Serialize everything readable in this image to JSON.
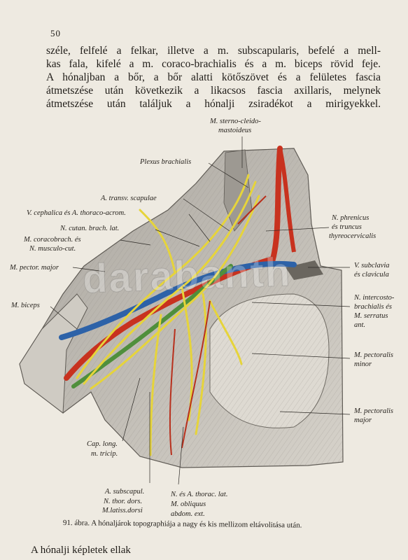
{
  "page_number": "50",
  "body_lines": [
    "széle, felfelé a felkar, illetve a m. subscapularis, befelé a mell-",
    "kas fala, kifelé a m. coraco-brachialis és a m. biceps rövid feje.",
    "A hónaljban a bőr, a bőr alatti kötőszövet és a felületes fascia",
    "átmetszése után következik a likacsos fascia axillaris, melynek",
    "átmetszése után találjuk a hónalji zsiradékot a mirigyekkel."
  ],
  "figure": {
    "labels": {
      "sterno_line1": "M. sterno-cleido-",
      "sterno_line2": "mastoideus",
      "plexus": "Plexus brachialis",
      "transv": "A. transv. scapulae",
      "cephalica": "V. cephalica és A. thoraco-acrom.",
      "cutan": "N. cutan. brach. lat.",
      "coraco_line1": "M. coracobrach. és",
      "coraco_line2": "N. musculo-cut.",
      "pector_major_left": "M. pector. major",
      "biceps": "M. biceps",
      "cap_line1": "Cap. long.",
      "cap_line2": "m. tricip.",
      "subscap_line1": "A. subscapul.",
      "subscap_line2": "N. thor. dors.",
      "subscap_line3": "M.latiss.dorsi",
      "thorac_line1": "N. és A. thorac. lat.",
      "thorac_line2": "M. obliquus",
      "thorac_line3": "abdom. ext.",
      "phrenicus_line1": "N. phrenicus",
      "phrenicus_line2": "és truncus",
      "phrenicus_line3": "thyreocervicalis",
      "subclavia_line1": "V. subclavia",
      "subclavia_line2": "és clavicula",
      "intercosto_line1": "N. intercosto-",
      "intercosto_line2": "brachialis és",
      "intercosto_line3": "M. serratus",
      "intercosto_line4": "ant.",
      "pect_minor_line1": "M. pectoralis",
      "pect_minor_line2": "minor",
      "pect_major_line1": "M. pectoralis",
      "pect_major_line2": "major"
    },
    "colors": {
      "artery": "#c8321f",
      "vein": "#2d62a8",
      "nerve": "#e6d43a",
      "green_vessel": "#4f8f3c",
      "muscle": "#b9b5ae"
    }
  },
  "caption": "91. ábra. A hónaljárok topographiája a nagy és kis mellizom eltávolitása után.",
  "footer_text": "A hónalji képletek ellak",
  "watermark": "darabanth"
}
